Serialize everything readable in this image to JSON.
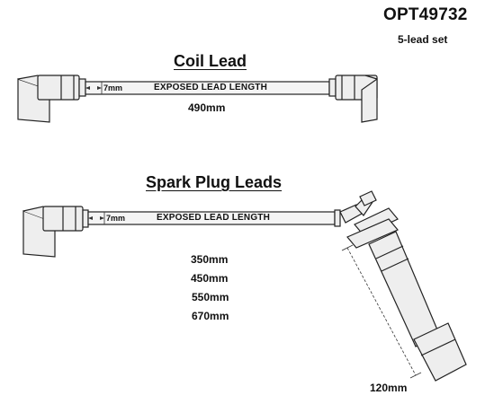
{
  "header": {
    "part_number": "OPT49732",
    "set_label": "5-lead set"
  },
  "coil": {
    "title": "Coil Lead",
    "exposed_label": "EXPOSED LEAD LENGTH",
    "end_dim": "7mm",
    "length": "490mm"
  },
  "spark": {
    "title": "Spark Plug Leads",
    "exposed_label": "EXPOSED LEAD LENGTH",
    "end_dim": "7mm",
    "lengths": [
      "350mm",
      "450mm",
      "550mm",
      "670mm"
    ],
    "boot_dim": "120mm"
  }
}
